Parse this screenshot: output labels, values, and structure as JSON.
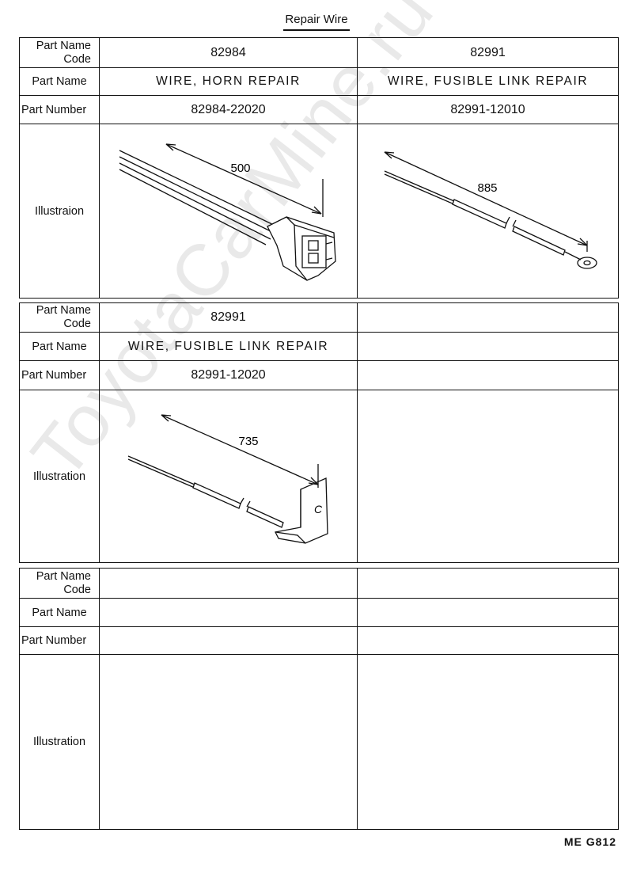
{
  "title": "Repair Wire",
  "watermark": "ToyotaCarMine.ru",
  "footer_code": "ME G812",
  "tables": [
    {
      "labels": {
        "code_line1": "Part Name",
        "code_line2": "Code",
        "name": "Part Name",
        "number": "Part Number",
        "illustration": "Illustraion"
      },
      "columns": [
        {
          "code": "82984",
          "name": "WIRE, HORN REPAIR",
          "number": "82984-22020",
          "dimension": "500"
        },
        {
          "code": "82991",
          "name": "WIRE, FUSIBLE LINK REPAIR",
          "number": "82991-12010",
          "dimension": "885"
        }
      ]
    },
    {
      "labels": {
        "code_line1": "Part Name",
        "code_line2": "Code",
        "name": "Part Name",
        "number": "Part Number",
        "illustration": "Illustration"
      },
      "columns": [
        {
          "code": "82991",
          "name": "WIRE, FUSIBLE LINK REPAIR",
          "number": "82991-12020",
          "dimension": "735",
          "bracket_letter": "C"
        },
        {
          "code": "",
          "name": "",
          "number": ""
        }
      ]
    },
    {
      "labels": {
        "code_line1": "Part Name",
        "code_line2": "Code",
        "name": "Part Name",
        "number": "Part Number",
        "illustration": "Illustration"
      },
      "columns": [
        {
          "code": "",
          "name": "",
          "number": ""
        },
        {
          "code": "",
          "name": "",
          "number": ""
        }
      ]
    }
  ]
}
